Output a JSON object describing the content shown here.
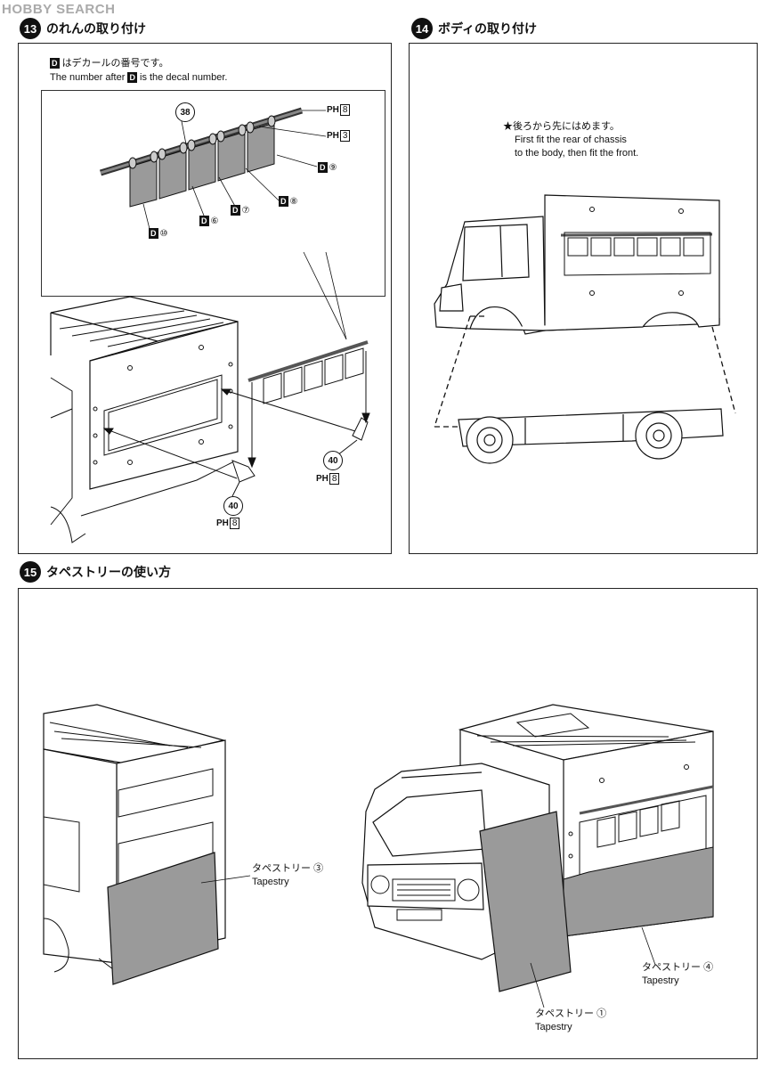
{
  "watermark": "HOBBY SEARCH",
  "step13": {
    "num": "13",
    "title": "のれんの取り付け",
    "note_jp_prefix": "D",
    "note_jp": "はデカールの番号です。",
    "note_en_a": "The number after",
    "note_en_box": "D",
    "note_en_b": "is the decal number.",
    "part_38": "38",
    "part_40": "40",
    "ph_label": "PH",
    "ph8": "8",
    "ph3": "3",
    "decal_prefix": "D",
    "decals": [
      "⑨",
      "⑧",
      "⑦",
      "⑥",
      "⑩"
    ]
  },
  "step14": {
    "num": "14",
    "title": "ボディの取り付け",
    "note_jp": "★後ろから先にはめます。",
    "note_en1": "First fit the rear of chassis",
    "note_en2": "to the body, then fit the front."
  },
  "step15": {
    "num": "15",
    "title": "タペストリーの使い方",
    "tapestry_jp": "タペストリー",
    "tapestry_en": "Tapestry",
    "t3": "③",
    "t4": "④",
    "t1": "①"
  },
  "colors": {
    "ink": "#111111",
    "tapestry": "#9a9a9a",
    "panel_border": "#222222"
  }
}
